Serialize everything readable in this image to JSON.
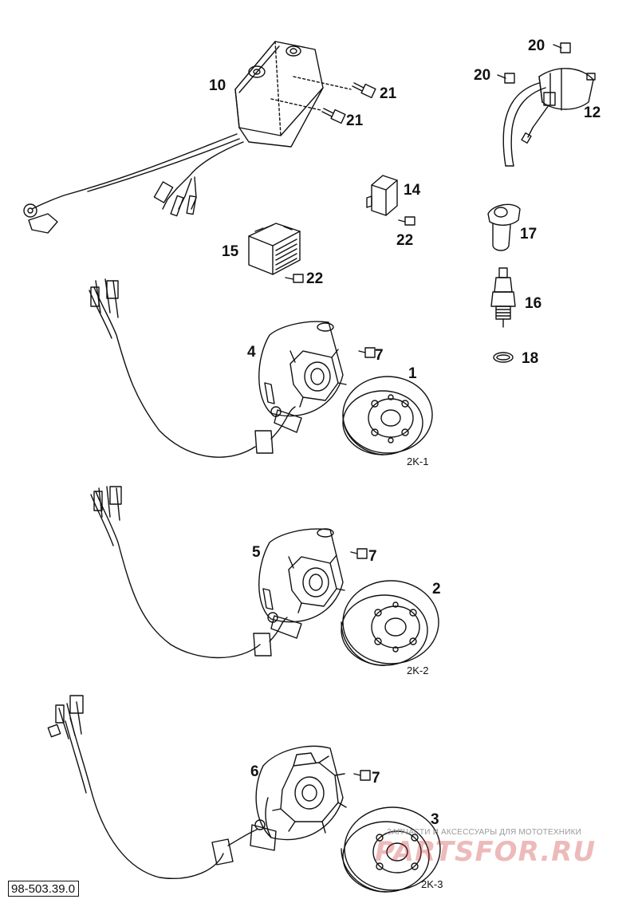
{
  "callouts": {
    "c10": "10",
    "c21a": "21",
    "c21b": "21",
    "c20a": "20",
    "c20b": "20",
    "c12": "12",
    "c14": "14",
    "c22a": "22",
    "c15": "15",
    "c22b": "22",
    "c17": "17",
    "c16": "16",
    "c18": "18",
    "c4": "4",
    "c7a": "7",
    "c1": "1",
    "c5": "5",
    "c7b": "7",
    "c2": "2",
    "c6": "6",
    "c7c": "7",
    "c3": "3"
  },
  "set_labels": {
    "set1": "2K-1",
    "set2": "2K-2",
    "set3": "2K-3"
  },
  "document_number": "98-503.39.0",
  "watermark": {
    "text": "ЗАПЧАСТИ И АКСЕССУАРЫ ДЛЯ МОТОТЕХНИКИ",
    "logo": "PARTSFOR.RU",
    "color": "#c82828"
  },
  "colors": {
    "line": "#111111",
    "background": "#ffffff"
  }
}
